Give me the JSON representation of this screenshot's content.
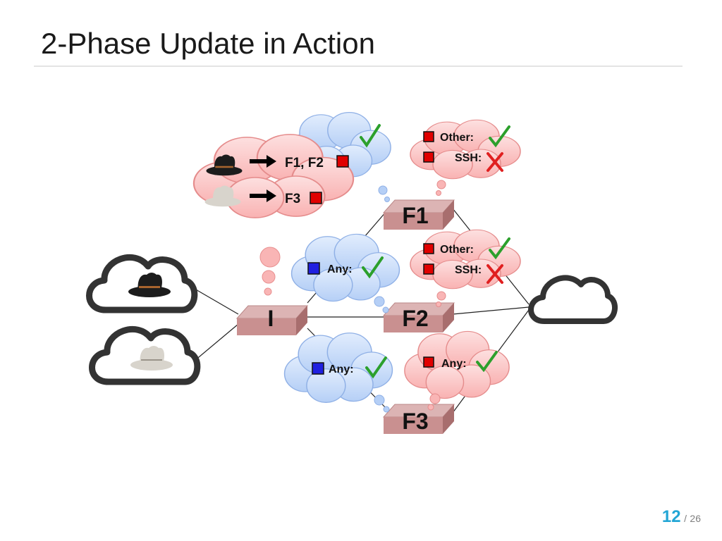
{
  "slide": {
    "title": "2-Phase Update in Action",
    "page_current": "12",
    "page_separator": "/",
    "page_total": "26"
  },
  "switches": {
    "ingress": "I",
    "f1": "F1",
    "f2": "F2",
    "f3": "F3"
  },
  "controller_bubble": {
    "rule_black_hat": "F1, F2",
    "rule_white_hat": "F3",
    "tag_color": "#e00000"
  },
  "f1_bubble": {
    "row1": "Other:",
    "row2": "SSH:"
  },
  "f2_bubble": {
    "row1": "Other:",
    "row2": "SSH:"
  },
  "f2_old_bubble": {
    "row1": "Any:",
    "tag_color": "#2020e0"
  },
  "f3_old_bubble": {
    "row1": "Any:",
    "tag_color": "#2020e0"
  },
  "f3_bubble": {
    "row1": "Any:"
  },
  "colors": {
    "red_cloud": "#fcc6c6",
    "blue_cloud": "#c6dcfa",
    "switch": "#c98f8f",
    "check": "#2ca02c",
    "cross": "#e02020"
  }
}
